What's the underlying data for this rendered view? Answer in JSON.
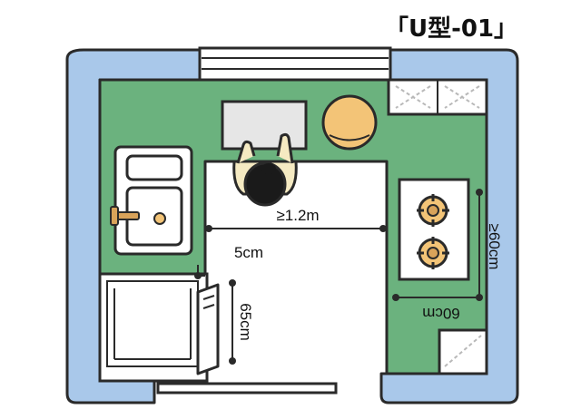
{
  "title": "「U型-01」",
  "dimensions": {
    "aisle_width": "≥1.2m",
    "side_gap": "5cm",
    "dishwasher_depth": "65cm",
    "stove_depth": "≥60cm",
    "stove_width": "60cm"
  },
  "colors": {
    "wall": "#a9c8ea",
    "counter": "#6bb27e",
    "outline": "#2a2a2a",
    "table": "#e6e6e6",
    "stool": "#f3c477",
    "person_shirt": "#f5eac2",
    "hair": "#1a1a1a",
    "faucet": "#d9a35a",
    "window": "#ffffff",
    "background": "#ffffff"
  },
  "icons": [
    "sink-icon",
    "faucet-icon",
    "stove-burner-icon",
    "dishwasher-icon",
    "cabinet-icon",
    "person-icon",
    "stool-icon",
    "window-icon",
    "door-icon"
  ]
}
